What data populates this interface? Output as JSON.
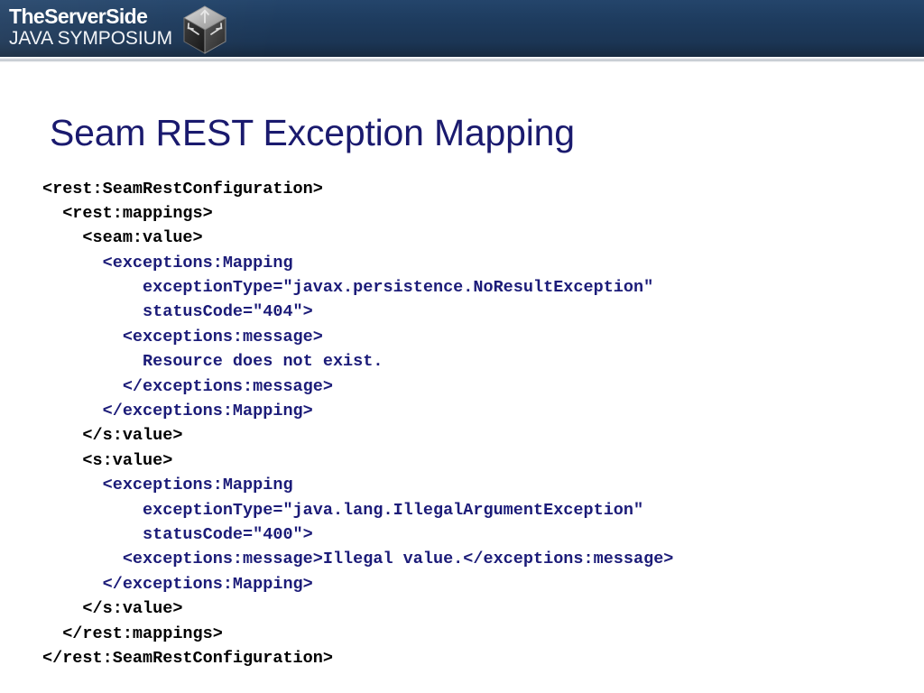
{
  "header": {
    "logo": {
      "line1": "TheServerSide",
      "line2": "JAVA SYMPOSIUM",
      "icon_name": "java-cube-icon"
    },
    "background_color": "#1c3a5c",
    "divider_color": "#b9bfc7"
  },
  "slide": {
    "title": "Seam REST Exception Mapping",
    "title_color": "#1a1a6e",
    "background_color": "#ffffff"
  },
  "code": {
    "language": "xml",
    "colors": {
      "default": "#000000",
      "highlight": "#1b1b78"
    },
    "lines": [
      {
        "indent": 0,
        "color": "black",
        "text": "<rest:SeamRestConfiguration>"
      },
      {
        "indent": 1,
        "color": "black",
        "text": "<rest:mappings>"
      },
      {
        "indent": 2,
        "color": "black",
        "text": "<seam:value>"
      },
      {
        "indent": 3,
        "color": "blue",
        "text": "<exceptions:Mapping"
      },
      {
        "indent": 5,
        "color": "blue",
        "text": "exceptionType=\"javax.persistence.NoResultException\""
      },
      {
        "indent": 5,
        "color": "blue",
        "text": "statusCode=\"404\">"
      },
      {
        "indent": 4,
        "color": "blue",
        "text": "<exceptions:message>"
      },
      {
        "indent": 5,
        "color": "blue",
        "text": "Resource does not exist."
      },
      {
        "indent": 4,
        "color": "blue",
        "text": "</exceptions:message>"
      },
      {
        "indent": 3,
        "color": "blue",
        "text": "</exceptions:Mapping>"
      },
      {
        "indent": 2,
        "color": "black",
        "text": "</s:value>"
      },
      {
        "indent": 2,
        "color": "black",
        "text": "<s:value>"
      },
      {
        "indent": 3,
        "color": "blue",
        "text": "<exceptions:Mapping"
      },
      {
        "indent": 5,
        "color": "blue",
        "text": "exceptionType=\"java.lang.IllegalArgumentException\""
      },
      {
        "indent": 5,
        "color": "blue",
        "text": "statusCode=\"400\">"
      },
      {
        "indent": 4,
        "color": "blue",
        "text": "<exceptions:message>Illegal value.</exceptions:message>"
      },
      {
        "indent": 3,
        "color": "blue",
        "text": "</exceptions:Mapping>"
      },
      {
        "indent": 2,
        "color": "black",
        "text": "</s:value>"
      },
      {
        "indent": 1,
        "color": "black",
        "text": "</rest:mappings>"
      },
      {
        "indent": 0,
        "color": "black",
        "text": "</rest:SeamRestConfiguration>"
      }
    ]
  }
}
